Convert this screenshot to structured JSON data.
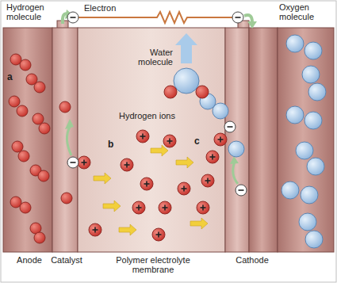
{
  "diagram": {
    "labels": [
      "Hydrogen molecule",
      "Electron",
      "Oxygen molecule",
      "Water molecule",
      "Hydrogen ions",
      "a",
      "b",
      "c",
      "Anode",
      "Catalyst",
      "Polymer electrolyte membrane",
      "Cathode"
    ]
  }
}
